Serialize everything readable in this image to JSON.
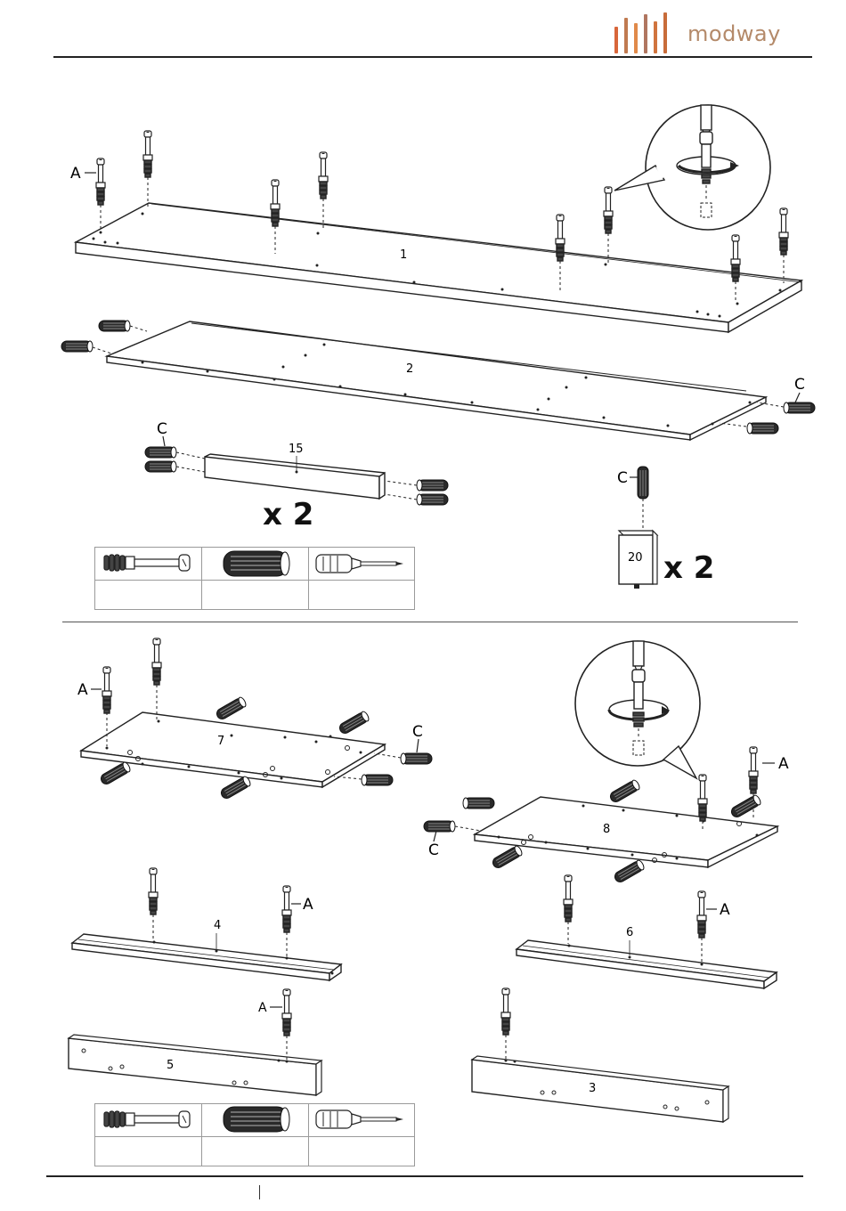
{
  "brand": {
    "name": "modway",
    "bar_colors": [
      "#d8663a",
      "#c07a50",
      "#e08a4a",
      "#b07660",
      "#d0743e",
      "#c86c3a"
    ],
    "text_color": "#b48a6a"
  },
  "section1": {
    "part_labels": {
      "p1": "1",
      "p2": "2",
      "p15": "15",
      "p20": "20"
    },
    "hardware_labels": {
      "a": "A",
      "c_left": "C",
      "c_right": "C",
      "c_dowel": "C"
    },
    "quantities": {
      "beam": "x 2",
      "block": "x 2"
    },
    "parts_table": {
      "items": [
        "cam-bolt",
        "wood-dowel",
        "screwdriver"
      ],
      "counts": [
        "",
        "",
        ""
      ]
    }
  },
  "section2": {
    "part_labels": {
      "p7": "7",
      "p8": "8",
      "p4": "4",
      "p6": "6",
      "p5": "5",
      "p3": "3"
    },
    "hardware_labels": {
      "a_left": "A",
      "c_7": "C",
      "a_8": "A",
      "c_8": "C",
      "a_4": "A",
      "a_6": "A",
      "a_5": "A"
    },
    "parts_table": {
      "items": [
        "cam-bolt",
        "wood-dowel",
        "screwdriver"
      ],
      "counts": [
        "",
        "",
        ""
      ]
    }
  }
}
